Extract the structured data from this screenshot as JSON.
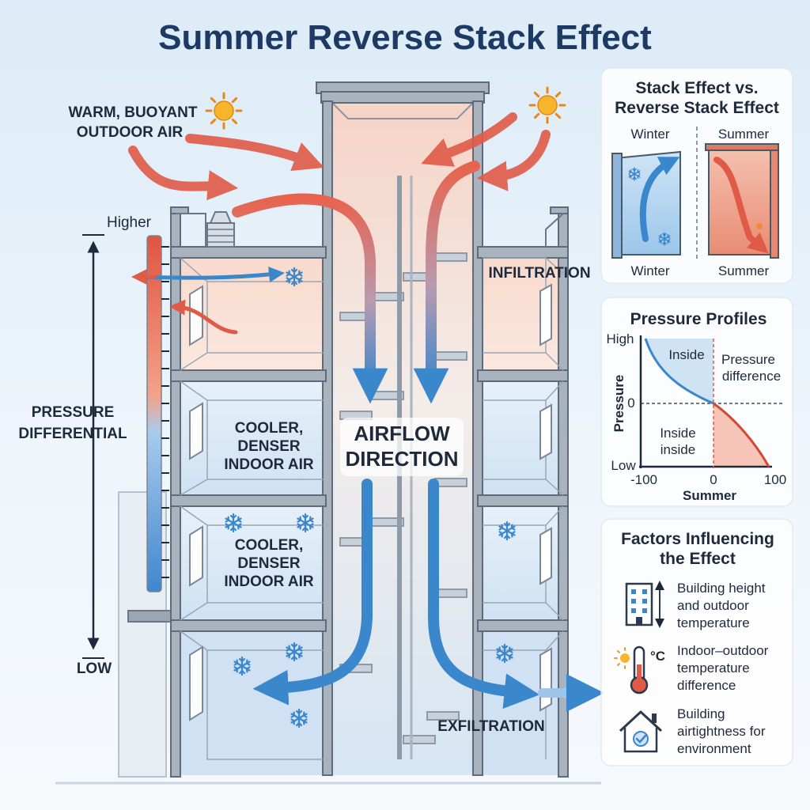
{
  "title": "Summer Reverse Stack Effect",
  "labels": {
    "warm_air": [
      "WARM, BUOYANT",
      "OUTDOOR AIR"
    ],
    "higher": "Higher",
    "low": "LOW",
    "pressure_differential": [
      "PRESSURE",
      "DIFFERENTIAL"
    ],
    "cooler_air_1": [
      "COOLER,",
      "DENSER",
      "INDOOR AIR"
    ],
    "cooler_air_2": [
      "COOLER,",
      "DENSER",
      "INDOOR AIR"
    ],
    "airflow_direction": [
      "AIRFLOW",
      "DIRECTION"
    ],
    "infiltration": "INFILTRATION",
    "exfiltration": "EXFILTRATION"
  },
  "comparison_card": {
    "title": [
      "Stack Effect vs.",
      "Reverse Stack Effect"
    ],
    "left_top": "Winter",
    "right_top": "Summer",
    "left_bottom": "Winter",
    "right_bottom": "Summer"
  },
  "pressure_card": {
    "title": "Pressure Profiles",
    "y_high": "High",
    "y_zero": "0",
    "y_low": "Low",
    "y_axis": "Pressure",
    "x_min": "-100",
    "x_zero": "0",
    "x_max": "100",
    "x_axis": "Summer",
    "inside_top": "Inside",
    "inside_bottom": [
      "Inside",
      "inside"
    ],
    "pressure_difference": [
      "Pressure",
      "difference"
    ]
  },
  "factors_card": {
    "title": [
      "Factors Influencing",
      "the Effect"
    ],
    "items": [
      {
        "icon": "building-icon",
        "lines": [
          "Building height",
          "and outdoor",
          "temperature"
        ]
      },
      {
        "icon": "thermometer-icon",
        "lines": [
          "Indoor–outdoor",
          "temperature",
          "difference"
        ],
        "unit": "°C"
      },
      {
        "icon": "house-check-icon",
        "lines": [
          "Building",
          "airtightness for",
          "environment"
        ]
      }
    ]
  },
  "colors": {
    "warm": "#e05a48",
    "cool": "#3b87cc",
    "title": "#1c3a64",
    "text": "#1e2a3c",
    "wall": "#6b7686"
  }
}
